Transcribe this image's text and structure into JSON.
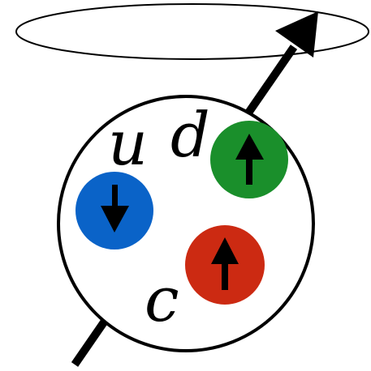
{
  "labels": {
    "quark_u": "u",
    "quark_d": "d",
    "quark_c": "c"
  },
  "quarks": [
    {
      "name": "u",
      "color_name": "blue",
      "color": "#0a63c8",
      "spin": "down",
      "icon": "arrow-down-icon"
    },
    {
      "name": "d",
      "color_name": "green",
      "color": "#1a8f2b",
      "spin": "up",
      "icon": "arrow-up-icon"
    },
    {
      "name": "c",
      "color_name": "red",
      "color": "#cc2a12",
      "spin": "up",
      "icon": "arrow-up-icon"
    }
  ],
  "baryon_spin": "up",
  "colors": {
    "outline": "#000000",
    "background": "#ffffff",
    "blue": "#0a63c8",
    "green": "#1a8f2b",
    "red": "#cc2a12"
  }
}
